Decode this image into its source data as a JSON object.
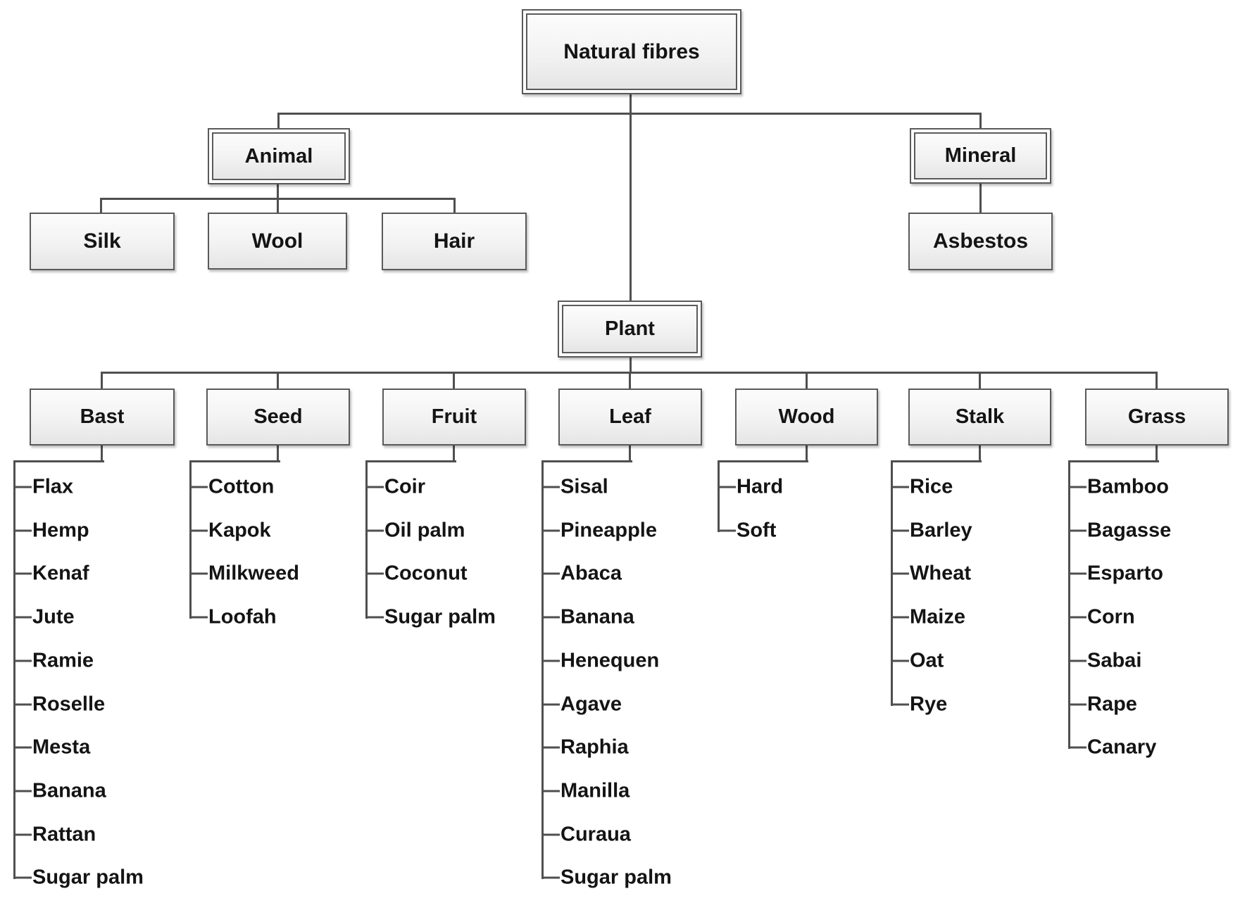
{
  "tree": {
    "root": {
      "label": "Natural fibres"
    },
    "branches": {
      "animal": {
        "label": "Animal",
        "children": [
          "Silk",
          "Wool",
          "Hair"
        ]
      },
      "mineral": {
        "label": "Mineral",
        "children": [
          "Asbestos"
        ]
      },
      "plant": {
        "label": "Plant",
        "categories": [
          {
            "label": "Bast",
            "items": [
              "Flax",
              "Hemp",
              "Kenaf",
              "Jute",
              "Ramie",
              "Roselle",
              "Mesta",
              "Banana",
              "Rattan",
              "Sugar palm"
            ]
          },
          {
            "label": "Seed",
            "items": [
              "Cotton",
              "Kapok",
              "Milkweed",
              "Loofah"
            ]
          },
          {
            "label": "Fruit",
            "items": [
              "Coir",
              "Oil palm",
              "Coconut",
              "Sugar palm"
            ]
          },
          {
            "label": "Leaf",
            "items": [
              "Sisal",
              "Pineapple",
              "Abaca",
              "Banana",
              "Henequen",
              "Agave",
              "Raphia",
              "Manilla",
              "Curaua",
              "Sugar palm"
            ]
          },
          {
            "label": "Wood",
            "items": [
              "Hard",
              "Soft"
            ]
          },
          {
            "label": "Stalk",
            "items": [
              "Rice",
              "Barley",
              "Wheat",
              "Maize",
              "Oat",
              "Rye"
            ]
          },
          {
            "label": "Grass",
            "items": [
              "Bamboo",
              "Bagasse",
              "Esparto",
              "Corn",
              "Sabai",
              "Rape",
              "Canary"
            ]
          }
        ]
      }
    },
    "colors": {
      "line": "#4f4f4f",
      "border": "#5a5a5a",
      "box_fill_top": "#fcfcfc",
      "box_fill_bottom": "#e5e5e5",
      "text": "#141414"
    }
  }
}
